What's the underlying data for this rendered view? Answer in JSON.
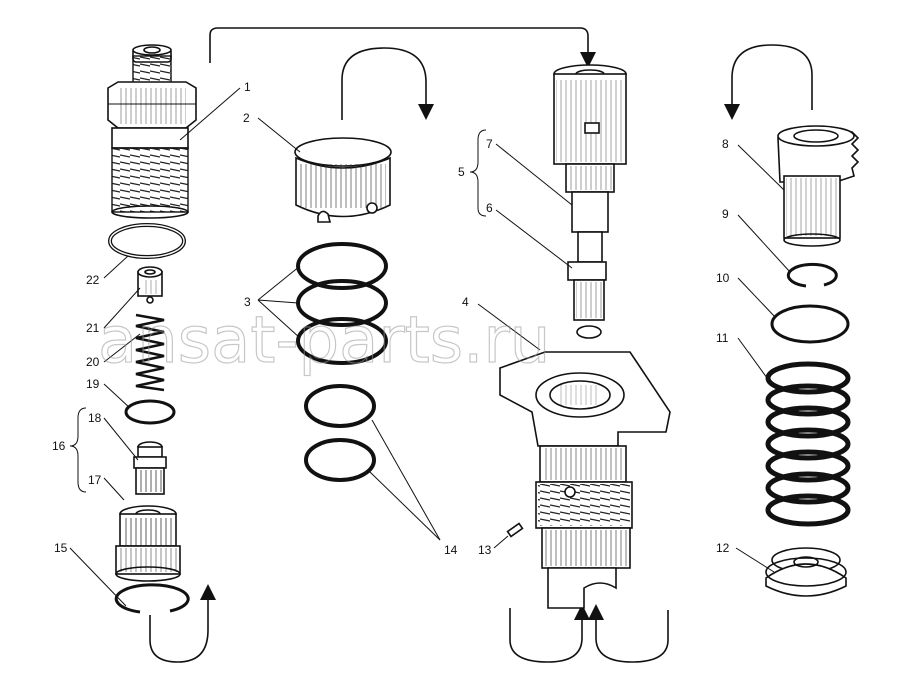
{
  "watermark": "ansat-parts.ru",
  "callouts": [
    {
      "id": "c1",
      "text": "1"
    },
    {
      "id": "c2",
      "text": "2"
    },
    {
      "id": "c3",
      "text": "3"
    },
    {
      "id": "c4",
      "text": "4"
    },
    {
      "id": "c5",
      "text": "5"
    },
    {
      "id": "c6",
      "text": "6"
    },
    {
      "id": "c7",
      "text": "7"
    },
    {
      "id": "c8",
      "text": "8"
    },
    {
      "id": "c9",
      "text": "9"
    },
    {
      "id": "c10",
      "text": "10"
    },
    {
      "id": "c11",
      "text": "11"
    },
    {
      "id": "c12",
      "text": "12"
    },
    {
      "id": "c13",
      "text": "13"
    },
    {
      "id": "c14",
      "text": "14"
    },
    {
      "id": "c15",
      "text": "15"
    },
    {
      "id": "c16",
      "text": "16"
    },
    {
      "id": "c17",
      "text": "17"
    },
    {
      "id": "c18",
      "text": "18"
    },
    {
      "id": "c19",
      "text": "19"
    },
    {
      "id": "c20",
      "text": "20"
    },
    {
      "id": "c21",
      "text": "21"
    },
    {
      "id": "c22",
      "text": "22"
    }
  ]
}
